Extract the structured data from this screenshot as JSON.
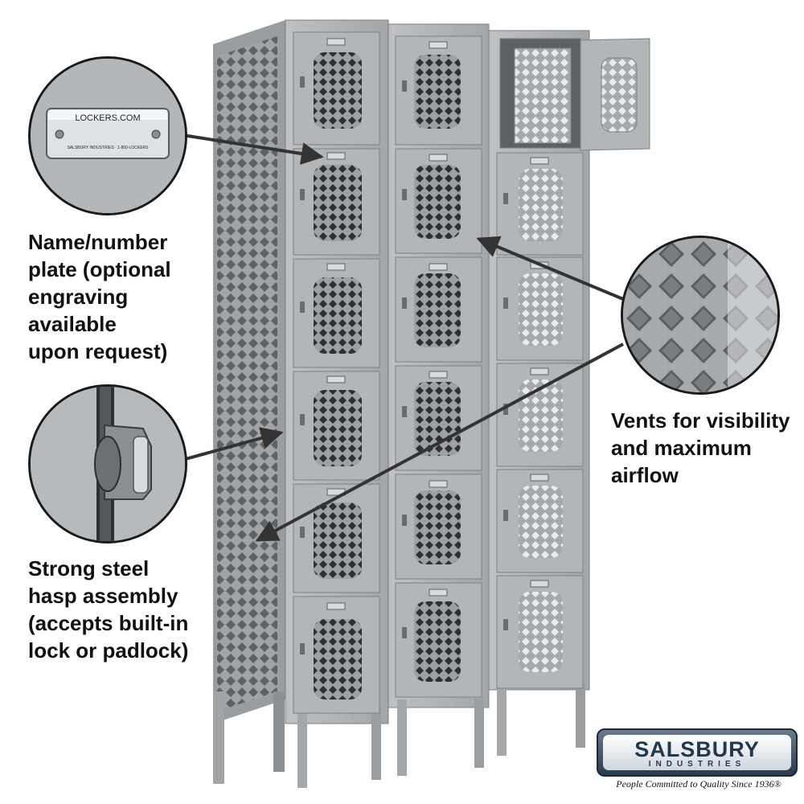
{
  "callouts": {
    "plate": {
      "label": "Name/number\nplate (optional\nengraving available\nupon request)",
      "plate_text": "LOCKERS.COM",
      "plate_small_text": "SALSBURY INDUSTRIES · 1-800-LOCKERS"
    },
    "vent": {
      "label": "Vents for visibility\nand maximum\nairflow"
    },
    "hasp": {
      "label": "Strong steel\nhasp assembly\n(accepts built-in\nlock or padlock)"
    }
  },
  "logo": {
    "brand": "SALSBURY",
    "sub": "INDUSTRIES",
    "tagline": "People Committed to Quality Since 1936®"
  },
  "colors": {
    "locker_gray": "#a9abad",
    "locker_shadow": "#7d8083",
    "vent_dark": "#2e3033",
    "arrow": "#3a3a3a",
    "logo_blue": "#24384d"
  }
}
